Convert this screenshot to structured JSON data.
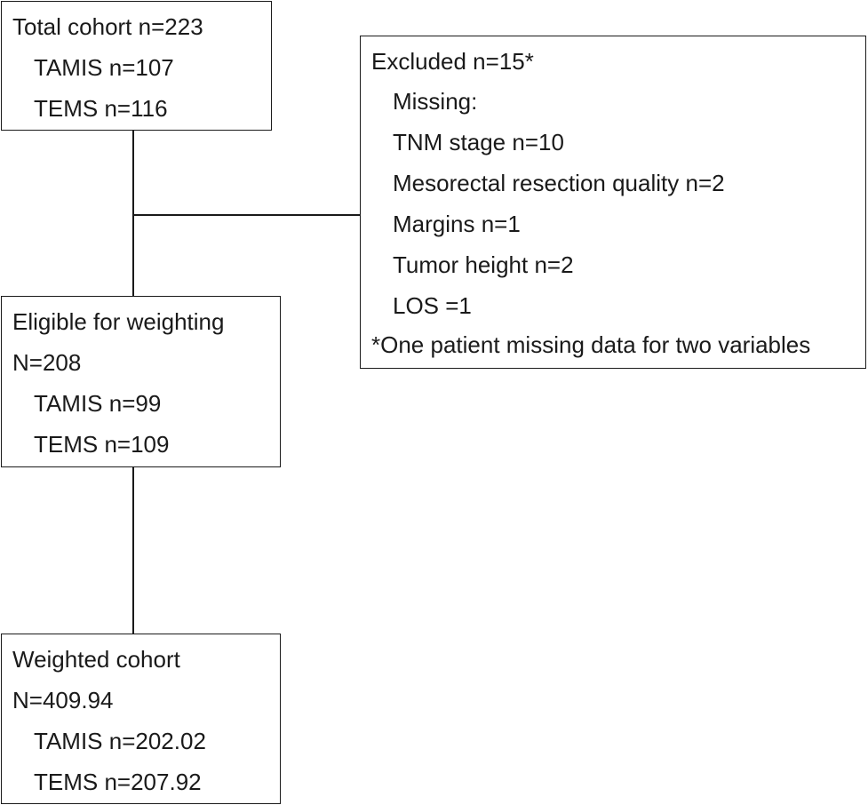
{
  "total_cohort": {
    "lines": [
      "Total cohort n=223",
      "TAMIS n=107",
      "TEMS n=116"
    ]
  },
  "excluded": {
    "lines": [
      "Excluded n=15*",
      "Missing:",
      "TNM stage n=10",
      "Mesorectal resection quality n=2",
      "Margins n=1",
      "Tumor height n=2",
      "LOS =1",
      "*One patient missing data for two variables"
    ]
  },
  "eligible": {
    "lines": [
      "Eligible for weighting",
      "N=208",
      "TAMIS n=99",
      "TEMS n=109"
    ]
  },
  "weighted": {
    "lines": [
      "Weighted cohort",
      "N=409.94",
      "TAMIS n=202.02",
      "TEMS n=207.92"
    ]
  }
}
